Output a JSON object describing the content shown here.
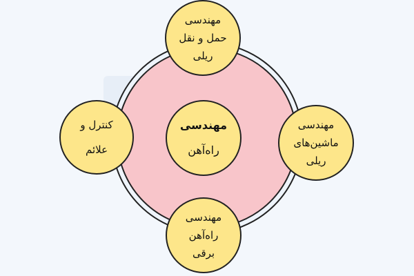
{
  "diagram": {
    "type": "hub-and-spoke",
    "colors": {
      "background": "#f3f7fc",
      "hub_fill": "#f8c5ca",
      "ring_fill": "#eef4fb",
      "node_fill": "#fde68a",
      "stroke": "#222222"
    },
    "center": {
      "lines": [
        "مهندسی",
        "راه‌آهن"
      ]
    },
    "top": {
      "lines": [
        "مهندسی",
        "حمل و نقل",
        "ریلی"
      ]
    },
    "left": {
      "lines": [
        "کنترل و",
        "علائم"
      ]
    },
    "right": {
      "lines": [
        "مهندسی",
        "ماشین‌های",
        "ریلی"
      ]
    },
    "bottom": {
      "lines": [
        "مهندسی",
        "راه‌آهن",
        "برقی"
      ]
    }
  }
}
